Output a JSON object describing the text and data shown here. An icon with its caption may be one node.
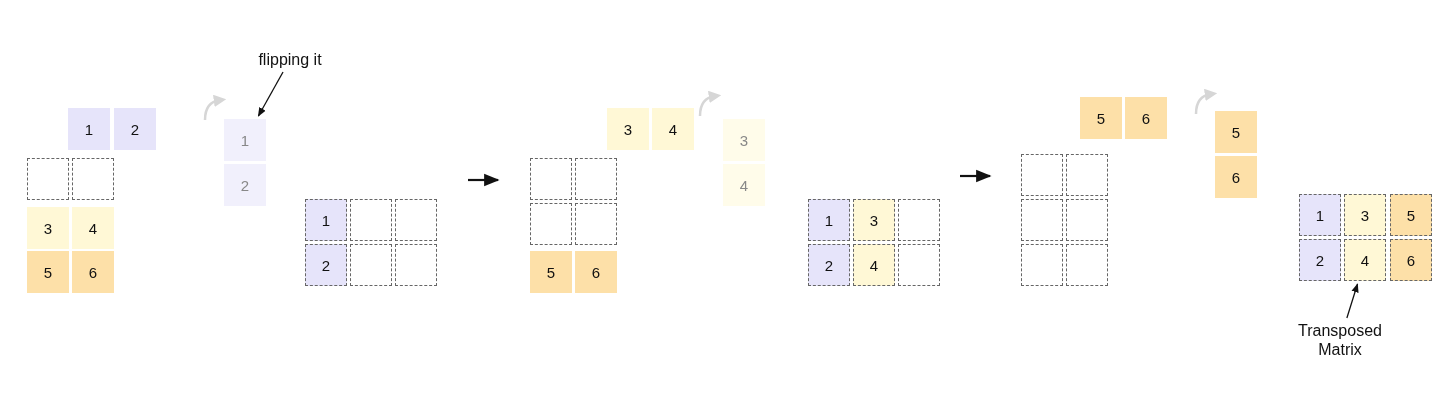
{
  "diagram": {
    "nodes": [
      {
        "text": [
          "1"
        ]
      },
      {
        "text": [
          "2"
        ]
      },
      {
        "text": [],
        "shape": "box"
      },
      {
        "text": [],
        "shape": "box"
      },
      {
        "text": [
          "3"
        ]
      },
      {
        "text": [
          "4"
        ]
      },
      {
        "text": [
          "5"
        ]
      },
      {
        "text": [
          "6"
        ]
      },
      {
        "text": [
          "1"
        ]
      },
      {
        "text": [
          "2"
        ]
      },
      {
        "text": [
          "flipping it"
        ]
      },
      {
        "text": [
          "1"
        ]
      },
      {
        "text": [],
        "shape": "box"
      },
      {
        "text": [],
        "shape": "box"
      },
      {
        "text": [
          "2"
        ]
      },
      {
        "text": [],
        "shape": "box"
      },
      {
        "text": [],
        "shape": "box"
      },
      {
        "text": [
          "3"
        ]
      },
      {
        "text": [
          "4"
        ]
      },
      {
        "text": [],
        "shape": "box"
      },
      {
        "text": [],
        "shape": "box"
      },
      {
        "text": [],
        "shape": "box"
      },
      {
        "text": [],
        "shape": "box"
      },
      {
        "text": [
          "5"
        ]
      },
      {
        "text": [
          "6"
        ]
      },
      {
        "text": [
          "3"
        ]
      },
      {
        "text": [
          "4"
        ]
      },
      {
        "text": [
          "1"
        ]
      },
      {
        "text": [
          "3"
        ]
      },
      {
        "text": [],
        "shape": "box"
      },
      {
        "text": [
          "2"
        ]
      },
      {
        "text": [
          "4"
        ]
      },
      {
        "text": [],
        "shape": "box"
      },
      {
        "text": [
          "5"
        ]
      },
      {
        "text": [
          "6"
        ]
      },
      {
        "text": [],
        "shape": "box"
      },
      {
        "text": [],
        "shape": "box"
      },
      {
        "text": [],
        "shape": "box"
      },
      {
        "text": [],
        "shape": "box"
      },
      {
        "text": [],
        "shape": "box"
      },
      {
        "text": [],
        "shape": "box"
      },
      {
        "text": [
          "5"
        ]
      },
      {
        "text": [
          "6"
        ]
      },
      {
        "text": [
          "1"
        ]
      },
      {
        "text": [
          "3"
        ]
      },
      {
        "text": [
          "5"
        ]
      },
      {
        "text": [
          "2"
        ]
      },
      {
        "text": [
          "4"
        ]
      },
      {
        "text": [
          "6"
        ]
      },
      {
        "text": [
          "Transposed Matrix"
        ]
      }
    ],
    "edges": [
      {
        "from": 10,
        "to": 8,
        "arrow": "to"
      },
      {
        "from": 49,
        "to": 47,
        "arrow": "to"
      }
    ]
  }
}
